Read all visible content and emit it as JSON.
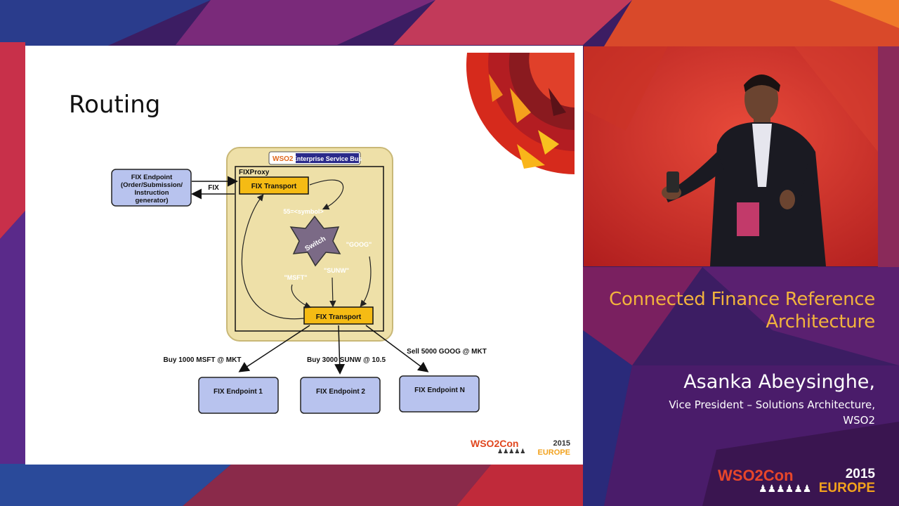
{
  "slide": {
    "title": "Routing",
    "esb_label": "Enterprise Service Bus",
    "proxy_label": "FIXProxy",
    "transport_in": "FIX Transport",
    "transport_out": "FIX Transport",
    "switch_label": "Switch",
    "symbol_expr": "55=<symbol>",
    "case_goog": "\"GOOG\"",
    "case_sunw": "\"SUNW\"",
    "case_msft": "\"MSFT\"",
    "source_endpoint": [
      "FIX Endpoint",
      "(Order/Submission/",
      "Instruction",
      "generator)"
    ],
    "fix_link_label": "FIX",
    "endpoint_1": "FIX Endpoint 1",
    "endpoint_2": "FIX Endpoint 2",
    "endpoint_n": "FIX Endpoint N",
    "order_1": "Buy 1000 MSFT @ MKT",
    "order_2": "Buy 3000 SUNW @ 10.5",
    "order_3": "Sell 5000 GOOG @ MKT",
    "conf_logo": {
      "brand": "WSO2Con",
      "year": "2015",
      "region": "EUROPE"
    }
  },
  "talk": {
    "title_line1": "Connected Finance Reference",
    "title_line2": "Architecture"
  },
  "speaker": {
    "name": "Asanka Abeysinghe,",
    "role": "Vice President – Solutions Architecture,",
    "company": "WSO2"
  },
  "footer_logo": {
    "brand": "WSO2Con",
    "year": "2015",
    "region": "EUROPE"
  },
  "colors": {
    "accent_orange": "#f2b33d",
    "esb_fill": "#eee0a8",
    "transport_fill": "#f5bb14",
    "endpoint_fill": "#b8c3ee",
    "switch_fill": "#7b6a86"
  }
}
